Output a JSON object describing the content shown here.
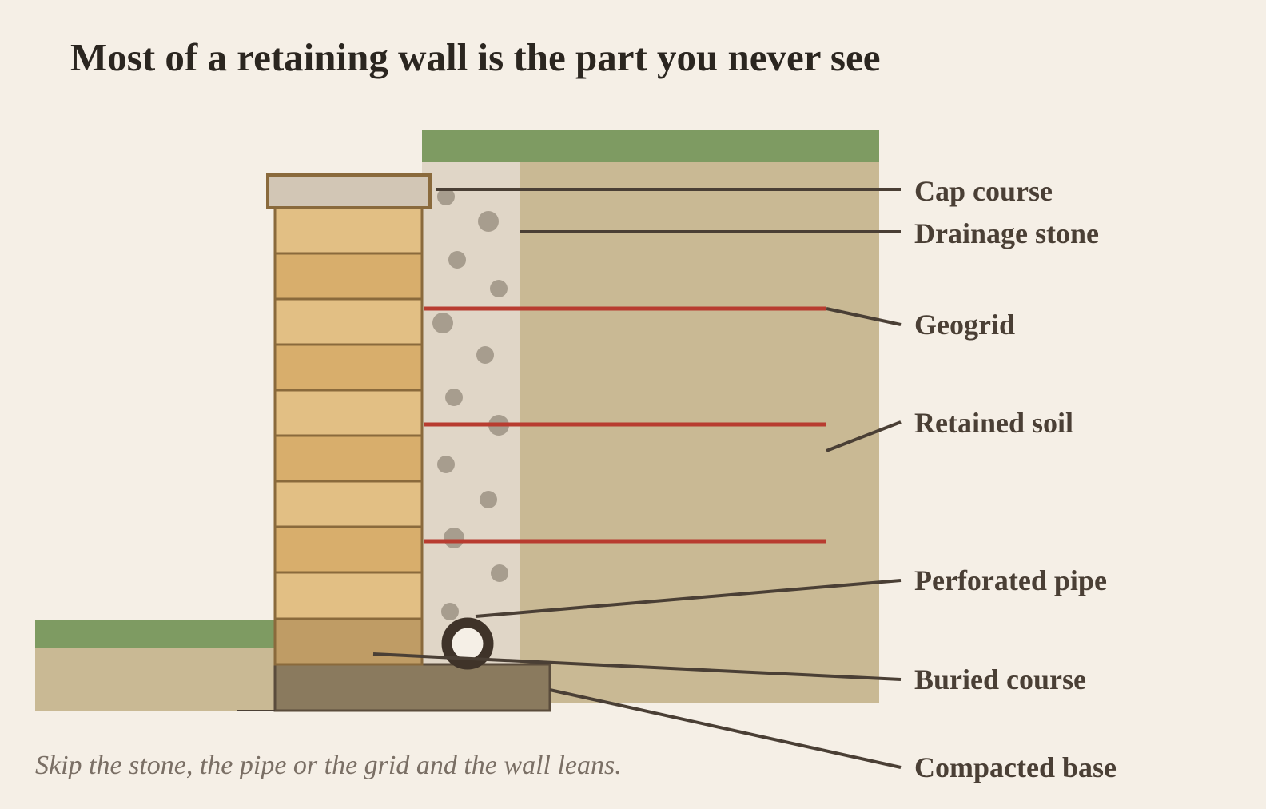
{
  "title": "Most of a retaining wall is the part you never see",
  "caption": "Skip the stone, the pipe or the grid and the wall leans.",
  "labels": {
    "cap_course": "Cap course",
    "drainage_stone": "Drainage stone",
    "geogrid": "Geogrid",
    "retained_soil": "Retained soil",
    "perforated_pipe": "Perforated pipe",
    "buried_course": "Buried course",
    "compacted_base": "Compacted base"
  },
  "colors": {
    "background": "#f5efe6",
    "grass": "#7e9b62",
    "soil": "#c9b994",
    "drainage_stone": "#e0d6c7",
    "stone_dot": "#a79d8e",
    "block_light": "#e2bf84",
    "block_dark": "#d8ae6c",
    "buried_block": "#bf9c65",
    "block_outline": "#8a6a3c",
    "cap": "#d2c6b5",
    "geogrid": "#b83c30",
    "base": "#8a7a5e",
    "pipe": "#3f3329",
    "text": "#4a3f35"
  }
}
